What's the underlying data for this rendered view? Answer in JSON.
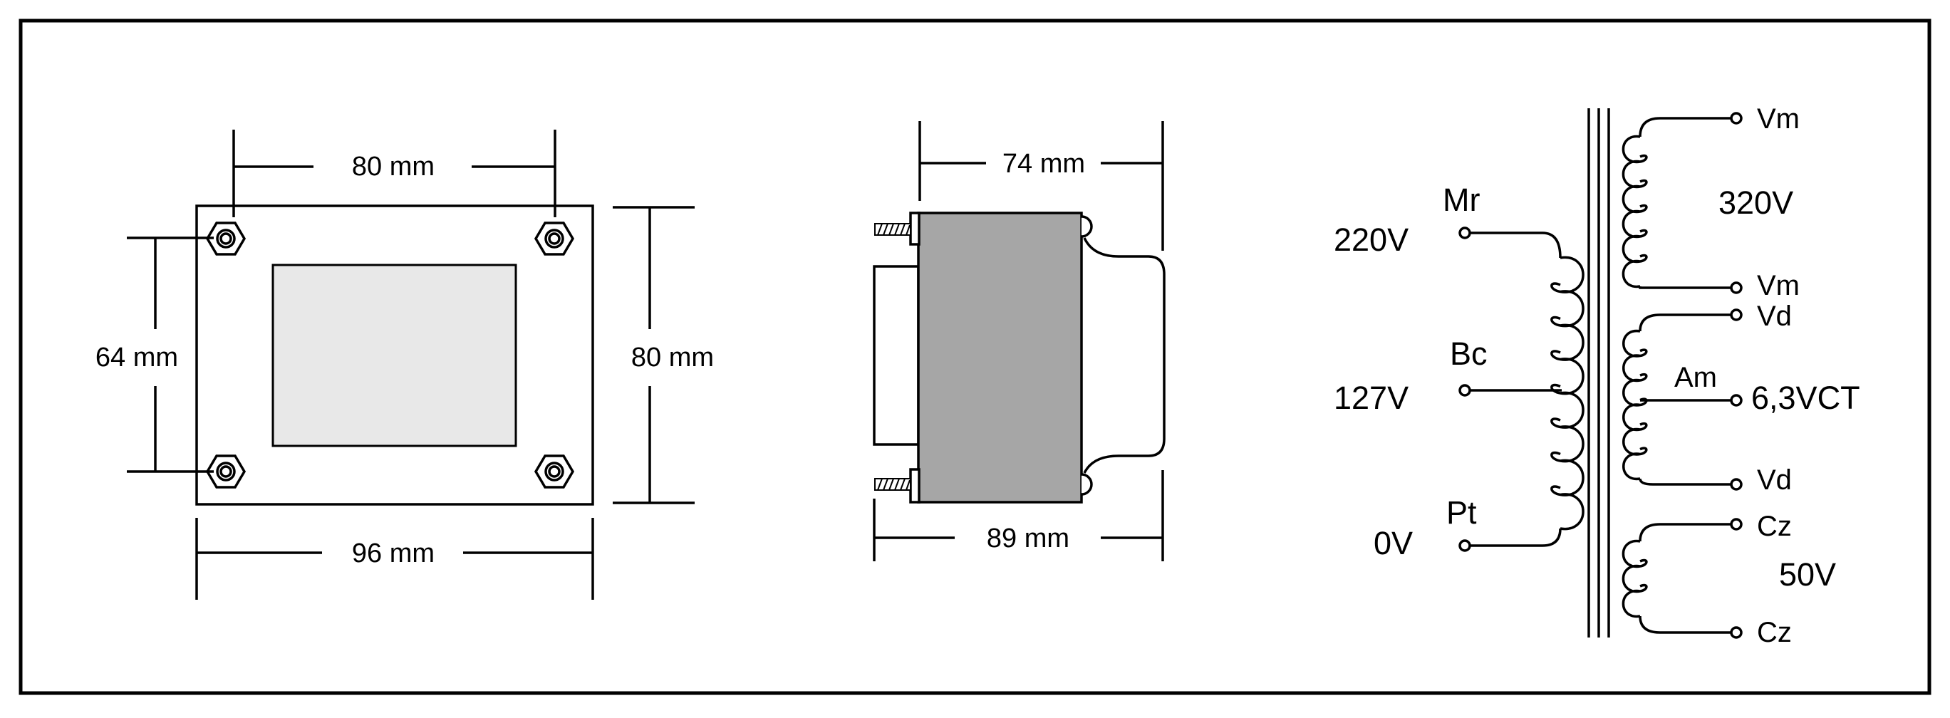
{
  "front_view": {
    "dim_top": "80 mm",
    "dim_left": "64 mm",
    "dim_right": "80 mm",
    "dim_bottom": "96 mm"
  },
  "side_view": {
    "dim_top": "74 mm",
    "dim_bottom": "89 mm"
  },
  "schematic": {
    "primary": {
      "label_220": "220V",
      "label_127": "127V",
      "label_0": "0V",
      "tap_mr": "Mr",
      "tap_bc": "Bc",
      "tap_pt": "Pt"
    },
    "secondary_hv": {
      "top": "Vm",
      "bottom": "Vm",
      "voltage": "320V"
    },
    "secondary_heater": {
      "top": "Vd",
      "bottom": "Vd",
      "center": "Am",
      "voltage": "6,3VCT"
    },
    "secondary_50": {
      "top": "Cz",
      "bottom": "Cz",
      "voltage": "50V"
    }
  },
  "colors": {
    "line": "#000000",
    "core_fill": "#a6a6a6",
    "window_fill": "#e8e8e8"
  }
}
